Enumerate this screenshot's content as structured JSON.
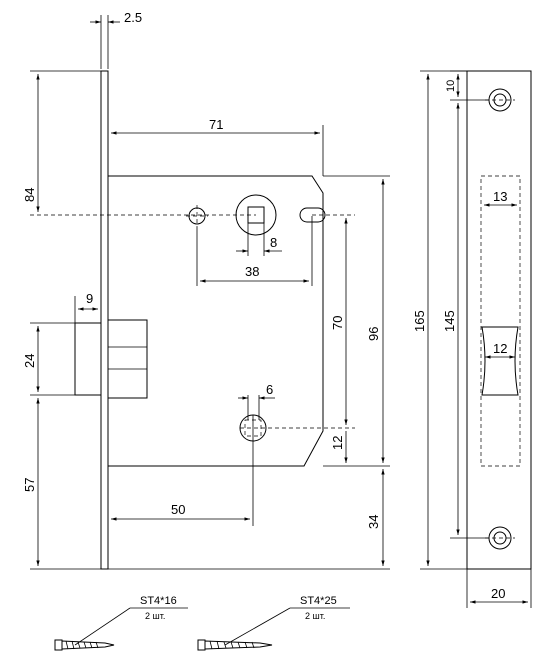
{
  "dimensions": {
    "plate_thickness": "2.5",
    "top_to_spindle": "84",
    "backset": "71",
    "spindle_size": "8",
    "spindle_to_screw": "38",
    "latch_protrusion": "9",
    "latch_height": "24",
    "lower_offset": "57",
    "cylinder_hole": "6",
    "handle_to_cylinder": "70",
    "body_height": "96",
    "bottom_chamfer": "12",
    "cylinder_backset": "50",
    "bottom_to_plate": "34",
    "strike_hole_offset": "10",
    "strike_total": "165",
    "strike_screw_spacing": "145",
    "strike_slot_width": "13",
    "strike_latch_width": "12",
    "strike_width": "20"
  },
  "screws": [
    {
      "type": "ST4*16",
      "qty": "2 шт."
    },
    {
      "type": "ST4*25",
      "qty": "2 шт."
    }
  ]
}
